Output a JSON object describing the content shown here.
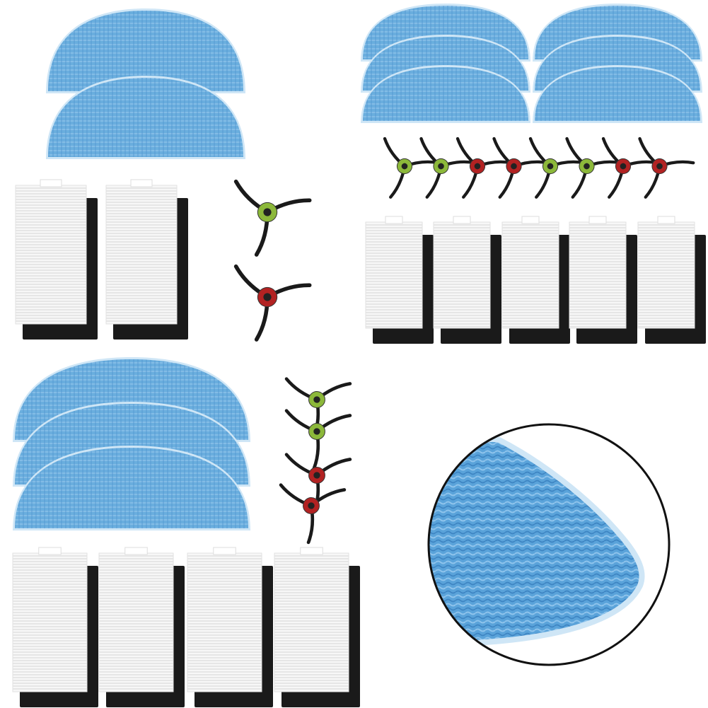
{
  "scene": {
    "kit_groups": [
      {
        "name": "kit-top-left",
        "mops": 2,
        "filters": 2,
        "side_brushes": 2
      },
      {
        "name": "kit-top-right",
        "mops": 6,
        "filters": 5,
        "side_brushes": 8
      },
      {
        "name": "kit-bottom-left",
        "mops": 3,
        "filters": 4,
        "side_brushes": 4
      }
    ],
    "detail_view": "mop-pad-texture-closeup"
  },
  "colors": {
    "background": "#ffffff",
    "mop_blue": "#6aaede",
    "mop_blue_light": "#9ccaee",
    "mop_blue_dark": "#3f86c4",
    "mop_edge": "#cfe6f6",
    "filter_white": "#f7f7f7",
    "filter_line": "#cccccc",
    "filter_foam": "#1a1a1a",
    "brush_bristle": "#1a1a1a",
    "hub_green": "#8cb83a",
    "hub_red": "#b22222",
    "loupe_border": "#111111"
  }
}
